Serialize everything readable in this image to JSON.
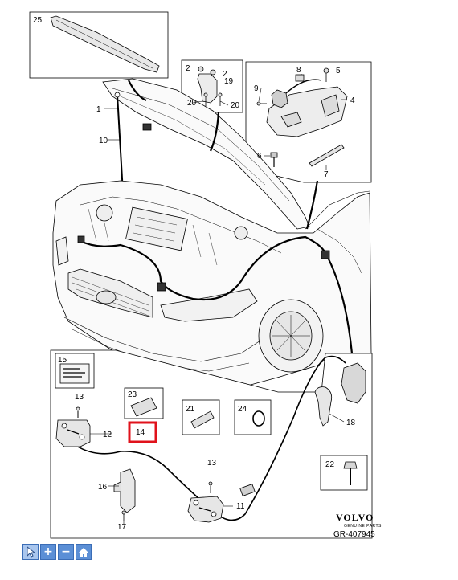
{
  "callouts": {
    "n1": "1",
    "n2a": "2",
    "n2b": "2",
    "n4": "4",
    "n5": "5",
    "n6": "6",
    "n7": "7",
    "n8": "8",
    "n9": "9",
    "n10": "10",
    "n11": "11",
    "n12": "12",
    "n13a": "13",
    "n13b": "13",
    "n14": "14",
    "n15": "15",
    "n16": "16",
    "n17": "17",
    "n18": "18",
    "n19": "19",
    "n20a": "20",
    "n20b": "20",
    "n21": "21",
    "n22": "22",
    "n23": "23",
    "n24": "24",
    "n25": "25"
  },
  "brand": {
    "name": "VOLVO",
    "tagline": "GENUINE PARTS"
  },
  "reference": "GR-407945",
  "highlight_color": "#e0121b",
  "toolbar": [
    {
      "icon": "cursor-icon"
    },
    {
      "icon": "zoom-in-icon",
      "glyph": "+"
    },
    {
      "icon": "zoom-out-icon",
      "glyph": "−"
    },
    {
      "icon": "home-icon"
    }
  ]
}
